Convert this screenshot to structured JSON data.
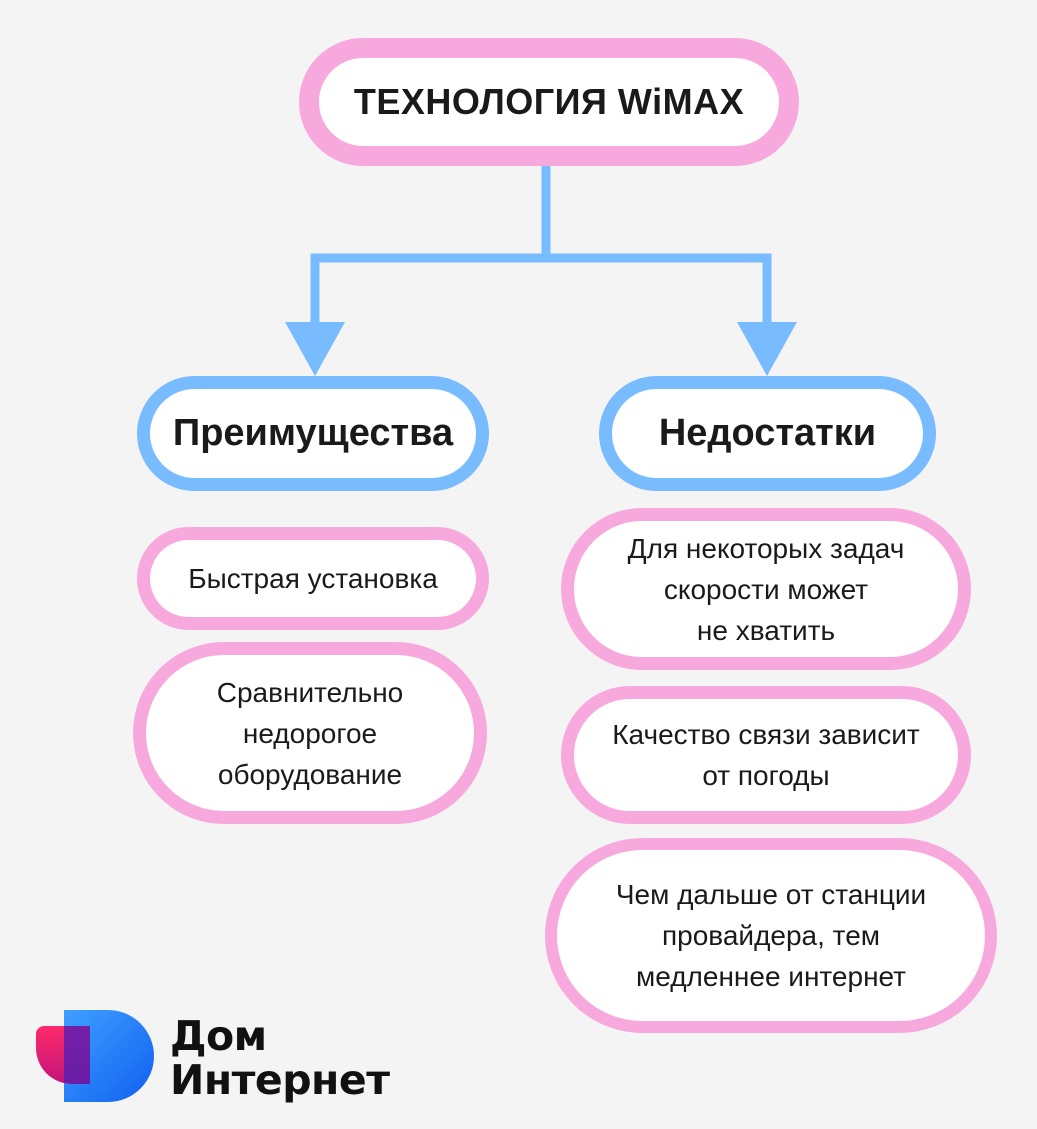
{
  "title": "ТЕХНОЛОГИЯ WiMAX",
  "advantages": {
    "header": "Преимущества",
    "items": [
      "Быстрая установка",
      "Сравнительно\nнедорогое\nоборудование"
    ]
  },
  "disadvantages": {
    "header": "Недостатки",
    "items": [
      "Для некоторых задач\nскорости может\nне хватить",
      "Качество связи зависит\nот погоды",
      "Чем дальше от станции\nпровайдера, тем\nмедленнее интернет"
    ]
  },
  "logo": {
    "line1": "Дом",
    "line2": "Интернет"
  },
  "colors": {
    "background": "#f4f4f5",
    "pink_border": "#f7a8dd",
    "blue_border": "#78bcff",
    "arrow": "#78bcff"
  },
  "icons": {
    "logo_mark": "dom-internet-logo-icon"
  }
}
